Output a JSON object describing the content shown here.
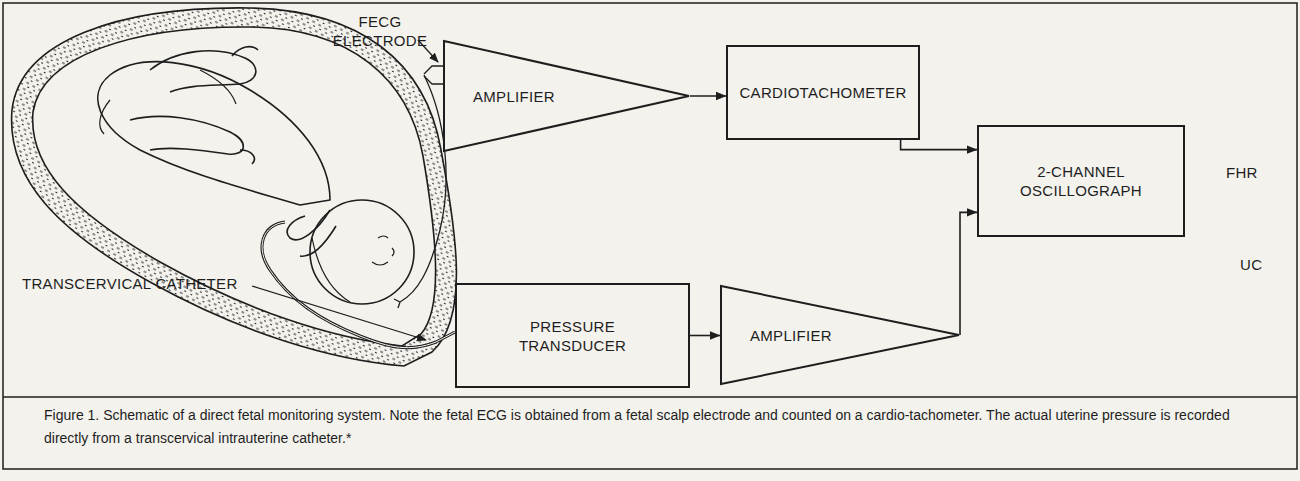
{
  "diagram": {
    "caption": "Figure 1. Schematic of a direct fetal monitoring system. Note the fetal ECG is obtained from a fetal scalp electrode and counted on a cardio-tachometer. The actual uterine pressure is recorded directly from a transcervical intrauterine catheter.*",
    "nodes": [
      {
        "text": [
          "AMPLIFIER"
        ]
      },
      {
        "text": [
          "CARDIOTACHOMETER"
        ]
      },
      {
        "text": [
          "2-CHANNEL OSCILLOGRAPH"
        ]
      },
      {
        "text": [
          "PRESSURE TRANSDUCER"
        ]
      },
      {
        "text": [
          "AMPLIFIER"
        ]
      }
    ],
    "edges": [
      {
        "from": 0,
        "to": 1,
        "arrow": "to"
      },
      {
        "from": 1,
        "to": 2,
        "arrow": "to"
      },
      {
        "from": 3,
        "to": 4,
        "arrow": "to"
      },
      {
        "from": 4,
        "to": 2,
        "arrow": "to"
      }
    ],
    "labels": [
      "FECG ELECTRODE",
      "TRANSCERVICAL CATHETER",
      "FHR",
      "UC"
    ]
  }
}
